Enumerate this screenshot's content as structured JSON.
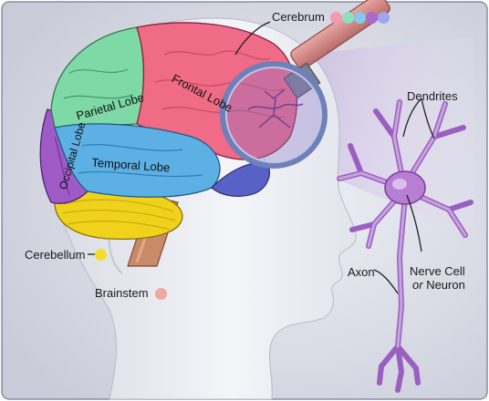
{
  "labels": {
    "cerebrum": "Cerebrum",
    "parietal_lobe": "Parietal Lobe",
    "frontal_lobe": "Frontal Lobe",
    "occipital_lobe": "Occipital Lobe",
    "temporal_lobe": "Temporal Lobe",
    "cerebellum": "Cerebellum",
    "brainstem": "Brainstem",
    "dendrites": "Dendrites",
    "axon": "Axon",
    "nerve_cell_line1": "Nerve Cell",
    "nerve_cell_or": "or",
    "nerve_cell_neuron": "Neuron"
  },
  "colors": {
    "frontal": "#f06b86",
    "parietal": "#7ed9a6",
    "temporal": "#5db0e3",
    "occipital": "#a05ac8",
    "cerebellum": "#f0d21c",
    "brainstem": "#c98a6a",
    "neuron": "#b77fd2",
    "cerebrum_dots": [
      "#f49ab0",
      "#8ee0bb",
      "#86c7ec",
      "#a66ad0",
      "#9ea6f0"
    ],
    "cerebellum_dot": "#f5dc2a",
    "brainstem_dot": "#eea9a0"
  }
}
